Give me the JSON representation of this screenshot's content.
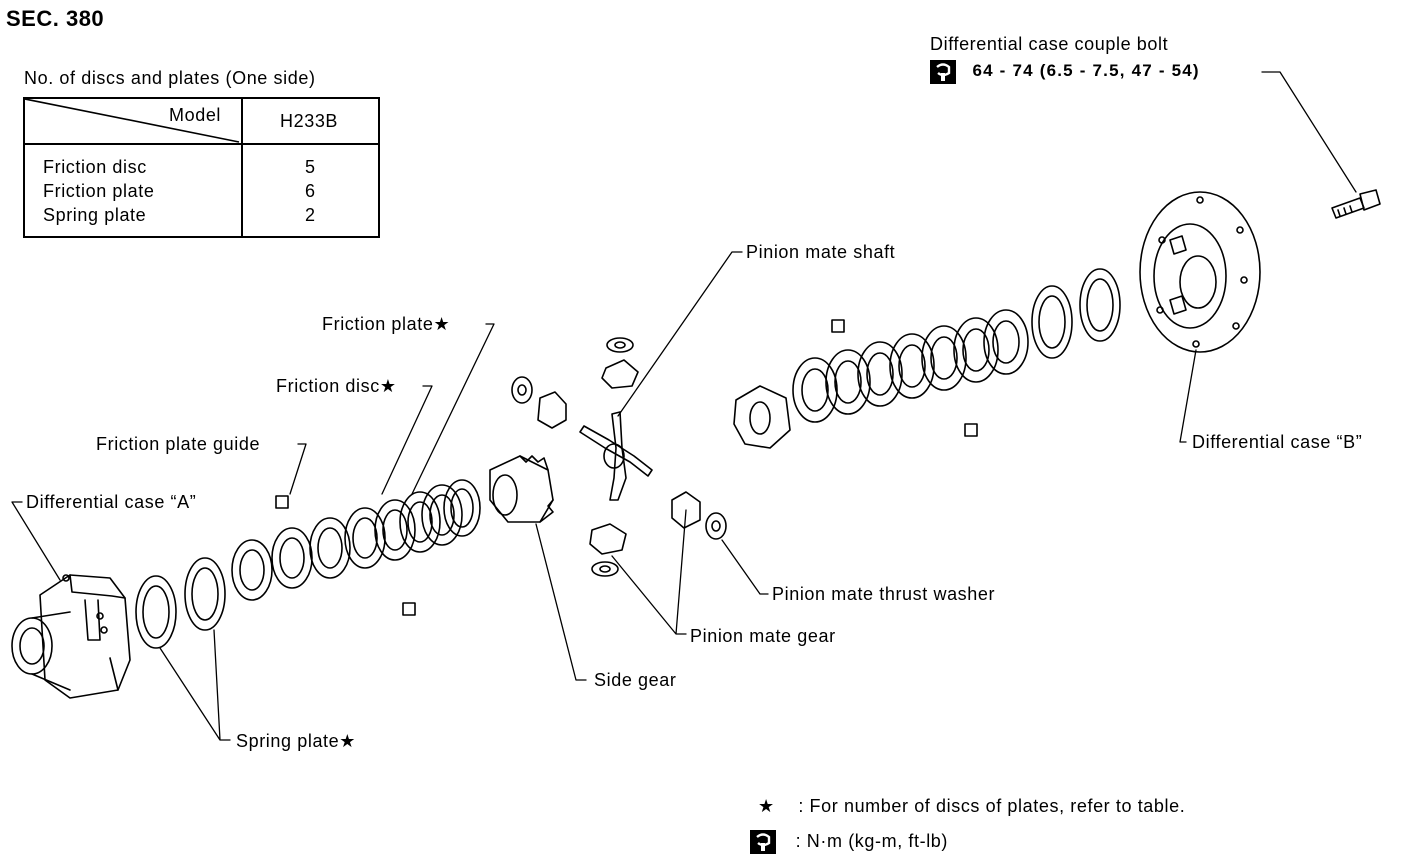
{
  "section": "SEC. 380",
  "table": {
    "title": "No. of discs and plates (One side)",
    "header_model": "Model",
    "header_value": "H233B",
    "rows": [
      {
        "name": "Friction disc",
        "value": "5"
      },
      {
        "name": "Friction plate",
        "value": "6"
      },
      {
        "name": "Spring plate",
        "value": "2"
      }
    ]
  },
  "labels": {
    "couple_bolt": "Differential case couple bolt",
    "torque": "64 - 74 (6.5 - 7.5, 47 - 54)",
    "pinion_mate_shaft": "Pinion mate shaft",
    "friction_plate": "Friction plate★",
    "friction_disc": "Friction disc★",
    "friction_plate_guide": "Friction plate guide",
    "case_a": "Differential case “A”",
    "case_b": "Differential case “B”",
    "pinion_mate_thrust_washer": "Pinion mate thrust washer",
    "pinion_mate_gear": "Pinion mate gear",
    "side_gear": "Side gear",
    "spring_plate": "Spring plate★"
  },
  "legend": {
    "star_symbol": "★",
    "star_text": ": For number of discs of plates, refer to table.",
    "torque_text": ": N·m (kg-m, ft-lb)"
  },
  "icons": {
    "torque": "torque-wrench-icon",
    "star": "star-icon"
  }
}
